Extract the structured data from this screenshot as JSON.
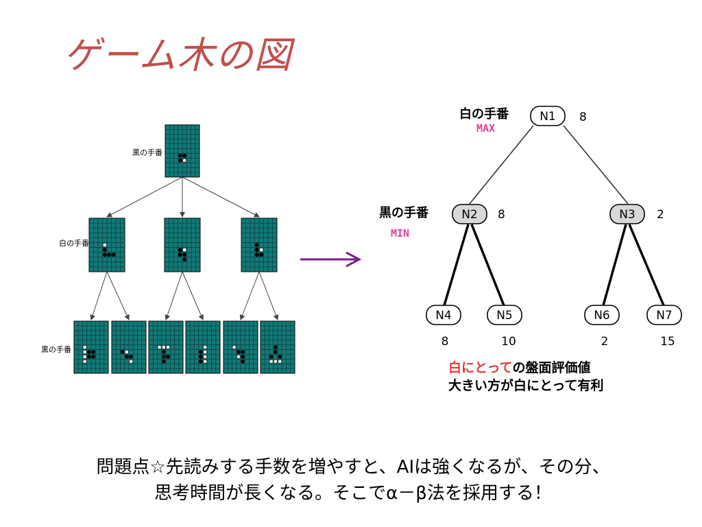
{
  "title": "ゲーム木の図",
  "left_tree": {
    "labels": [
      "黒の手番",
      "白の手番",
      "黒の手番"
    ],
    "colors": {
      "board": "#117a78",
      "grid": "#0c3f3e",
      "edge": "#444444"
    },
    "boards": [
      {
        "black": [
          [
            3,
            3
          ],
          [
            4,
            3
          ],
          [
            3,
            4
          ],
          [
            4,
            4
          ]
        ],
        "white": [
          [
            4,
            4
          ]
        ]
      },
      {
        "black": [
          [
            3,
            3
          ],
          [
            3,
            4
          ],
          [
            4,
            4
          ],
          [
            5,
            4
          ]
        ],
        "white": [
          [
            3,
            2
          ]
        ]
      },
      {
        "black": [
          [
            3,
            3
          ],
          [
            3,
            4
          ],
          [
            4,
            4
          ],
          [
            4,
            5
          ]
        ],
        "white": [
          [
            4,
            3
          ]
        ]
      },
      {
        "black": [
          [
            3,
            2
          ],
          [
            3,
            3
          ],
          [
            3,
            4
          ],
          [
            4,
            4
          ]
        ],
        "white": [
          [
            4,
            3
          ]
        ]
      },
      {
        "black": [
          [
            3,
            3
          ],
          [
            4,
            3
          ],
          [
            3,
            4
          ],
          [
            4,
            4
          ]
        ],
        "white": [
          [
            2,
            2
          ],
          [
            2,
            3
          ],
          [
            2,
            4
          ],
          [
            2,
            5
          ]
        ]
      },
      {
        "black": [
          [
            2,
            3
          ],
          [
            3,
            4
          ],
          [
            4,
            4
          ]
        ],
        "white": [
          [
            3,
            3
          ],
          [
            4,
            5
          ]
        ]
      },
      {
        "black": [
          [
            3,
            3
          ],
          [
            3,
            4
          ],
          [
            4,
            4
          ],
          [
            3,
            5
          ]
        ],
        "white": [
          [
            2,
            2
          ],
          [
            3,
            2
          ],
          [
            4,
            2
          ]
        ]
      },
      {
        "black": [
          [
            3,
            3
          ],
          [
            3,
            4
          ],
          [
            3,
            5
          ]
        ],
        "white": [
          [
            4,
            2
          ],
          [
            4,
            3
          ],
          [
            4,
            4
          ],
          [
            4,
            5
          ]
        ]
      },
      {
        "black": [
          [
            3,
            3
          ],
          [
            4,
            3
          ],
          [
            4,
            4
          ],
          [
            4,
            5
          ]
        ],
        "white": [
          [
            2,
            2
          ],
          [
            3,
            4
          ]
        ]
      },
      {
        "black": [
          [
            3,
            2
          ],
          [
            3,
            3
          ],
          [
            2,
            4
          ],
          [
            4,
            4
          ]
        ],
        "white": [
          [
            2,
            5
          ],
          [
            3,
            5
          ],
          [
            4,
            5
          ]
        ]
      }
    ]
  },
  "right_tree": {
    "colors": {
      "max_label": "#e0409a",
      "min_label": "#e0409a",
      "highlight": "#e53935",
      "inner_fill": "#d8d8d8"
    },
    "nodes": [
      {
        "id": "N1",
        "value": "8",
        "shaded": false
      },
      {
        "id": "N2",
        "value": "8",
        "shaded": true
      },
      {
        "id": "N3",
        "value": "2",
        "shaded": true
      },
      {
        "id": "N4",
        "value": "8",
        "shaded": false
      },
      {
        "id": "N5",
        "value": "10",
        "shaded": false
      },
      {
        "id": "N6",
        "value": "2",
        "shaded": false
      },
      {
        "id": "N7",
        "value": "15",
        "shaded": false
      }
    ],
    "labels": {
      "top_turn": "白の手番",
      "top_role": "MAX",
      "mid_turn": "黒の手番",
      "mid_role": "MIN"
    },
    "note_highlight": "白にとって",
    "note_rest": "の盤面評価値",
    "note_line2": "大きい方が白にとって有利"
  },
  "arrow_color": "#7a1f8a",
  "caption": {
    "line1": "問題点☆先読みする手数を増やすと、AIは強くなるが、その分、",
    "line2": "思考時間が長くなる。そこでα－β法を採用する！"
  }
}
